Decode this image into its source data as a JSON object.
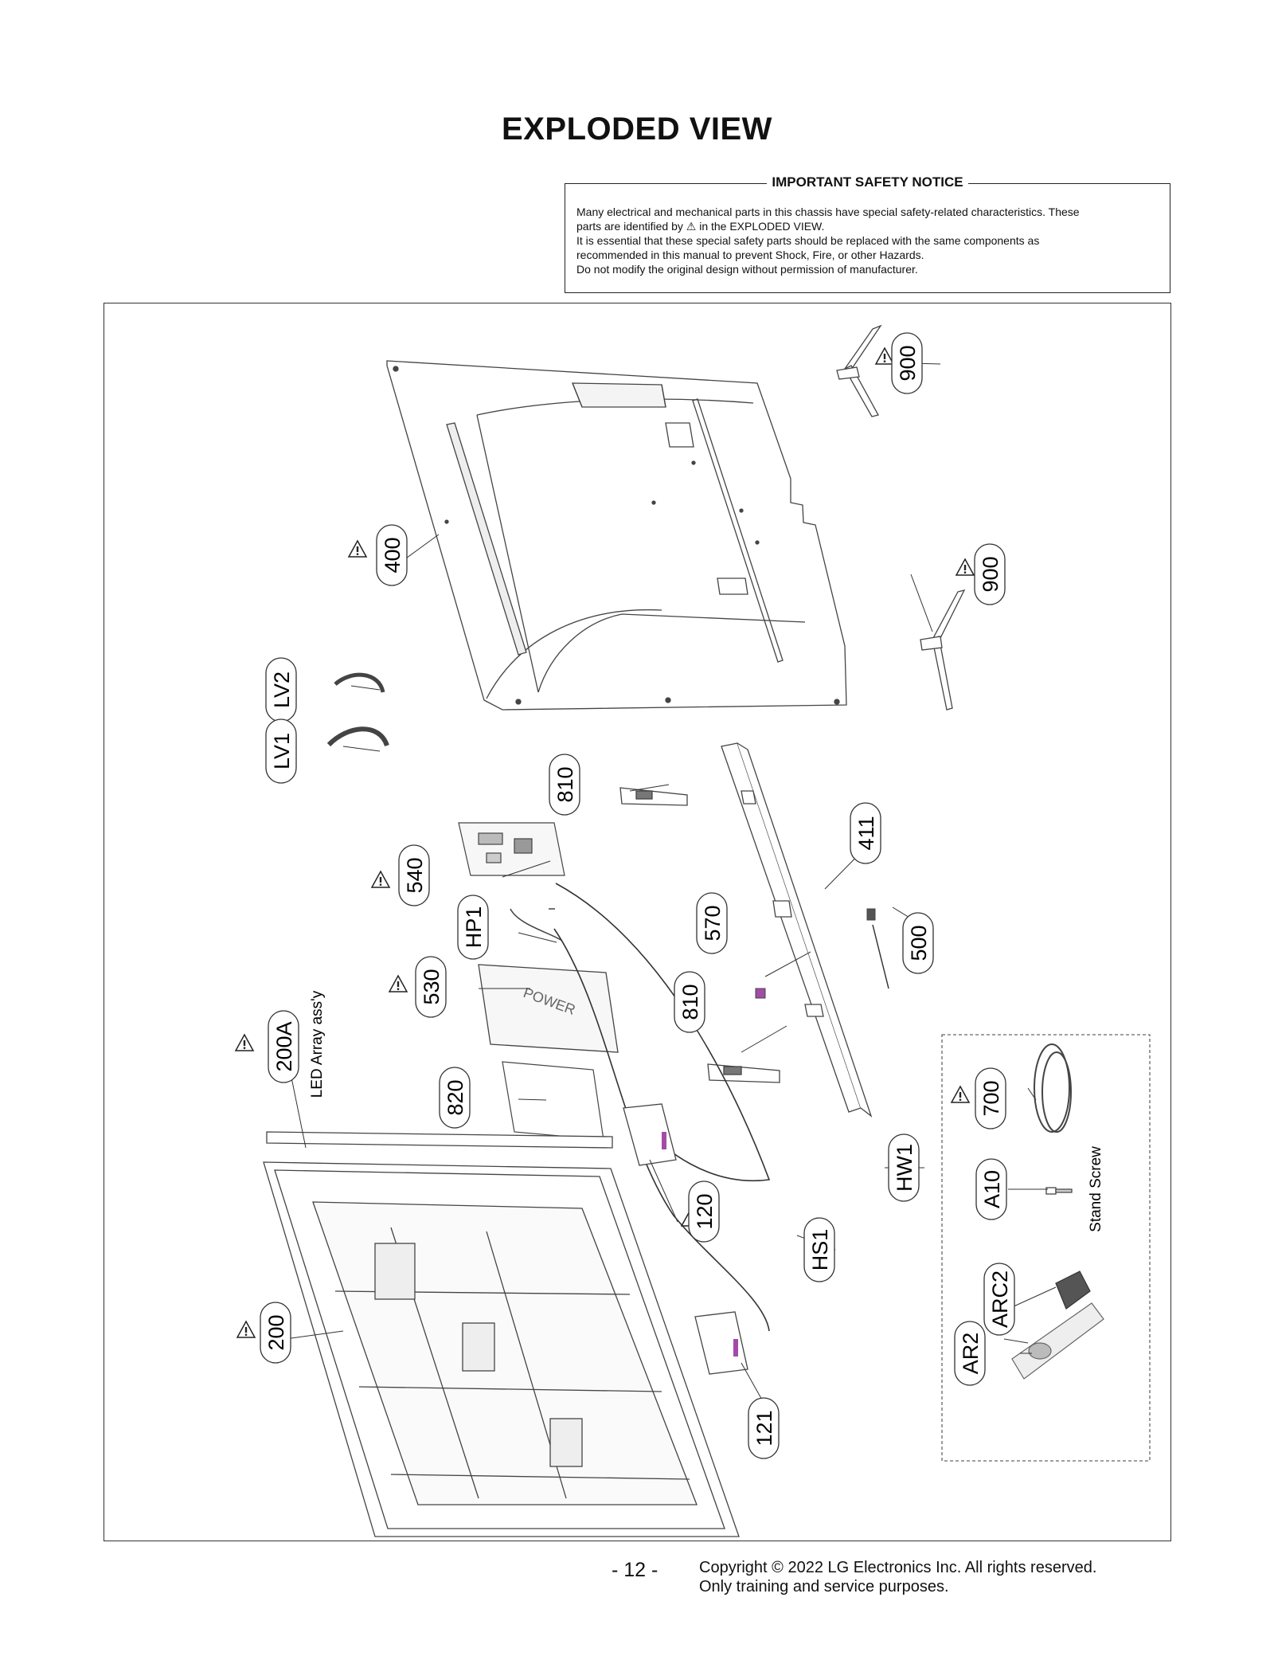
{
  "title": "EXPLODED VIEW",
  "safety_notice": {
    "heading": "IMPORTANT SAFETY NOTICE",
    "line1": "Many electrical and mechanical parts in this chassis have special safety-related characteristics. These",
    "line2_before": "parts are identified by",
    "line2_after": "in the EXPLODED VIEW.",
    "line3": "It is essential that these special safety parts should be replaced with the same components as",
    "line4": "recommended in this manual to prevent Shock, Fire, or other Hazards.",
    "line5": "Do not modify the original design without permission of manufacturer."
  },
  "warning_symbol": "⚠",
  "callouts": {
    "c900_top": "900",
    "c900_mid": "900",
    "c400": "400",
    "lv2": "LV2",
    "lv1": "LV1",
    "c810_top": "810",
    "c411": "411",
    "c540": "540",
    "hp1": "HP1",
    "c570": "570",
    "c500": "500",
    "c530": "530",
    "c810_low": "810",
    "c200a": "200A",
    "c820": "820",
    "c700": "700",
    "hw1": "HW1",
    "a10": "A10",
    "c120": "120",
    "hs1": "HS1",
    "arc2": "ARC2",
    "c200": "200",
    "ar2": "AR2",
    "c121": "121"
  },
  "labels": {
    "led_array": "LED Array ass'y",
    "stand_screw": "Stand Screw",
    "power_board_text": "POWER"
  },
  "footer": {
    "page_number": "- 12 -",
    "copyright": "Copyright © 2022 LG Electronics Inc. All rights reserved.",
    "usage": "Only training and service purposes."
  }
}
